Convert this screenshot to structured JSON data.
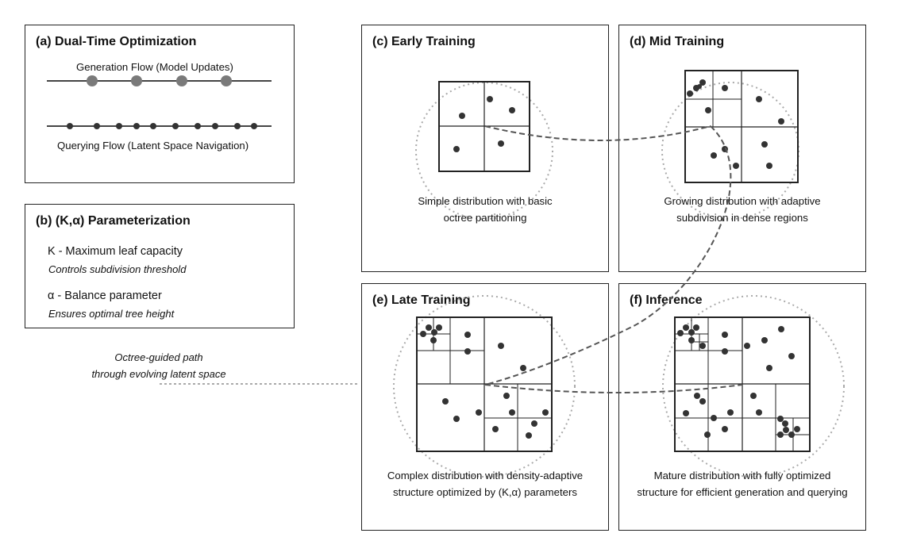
{
  "panel_a": {
    "title": "(a) Dual-Time Optimization",
    "generation_label": "Generation Flow (Model Updates)",
    "querying_label": "Querying Flow (Latent Space Navigation)"
  },
  "panel_b": {
    "title": "(b) (K,α) Parameterization",
    "k_label": "K - Maximum leaf capacity",
    "k_desc": "Controls subdivision threshold",
    "alpha_label": "α - Balance parameter",
    "alpha_desc": "Ensures optimal tree height"
  },
  "path_note": {
    "line1": "Octree-guided path",
    "line2": "through evolving latent space"
  },
  "panel_c": {
    "title": "(c) Early Training",
    "caption_line1": "Simple distribution with basic",
    "caption_line2": "octree partitioning"
  },
  "panel_d": {
    "title": "(d) Mid Training",
    "caption_line1": "Growing distribution with adaptive",
    "caption_line2": "subdivision in dense regions"
  },
  "panel_e": {
    "title": "(e) Late Training",
    "caption_line1": "Complex distribution with density-adaptive",
    "caption_line2": "structure optimized by (K,α) parameters"
  },
  "panel_f": {
    "title": "(f) Inference",
    "caption_line1": "Mature distribution with fully optimized",
    "caption_line2": "structure for efficient generation and querying"
  },
  "colors": {
    "line": "#333333",
    "point": "#333333",
    "generation_node": "#7a7a7a",
    "circle": "#aaaaaa",
    "path": "#555555"
  }
}
